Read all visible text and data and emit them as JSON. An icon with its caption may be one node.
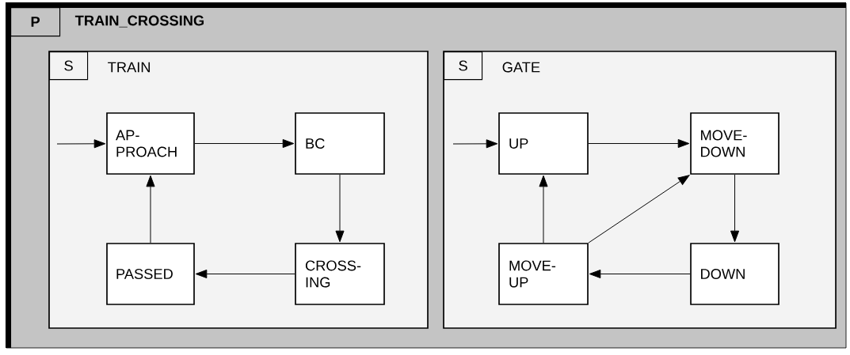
{
  "diagram": {
    "nodes": [
      {
        "text": [
          "P",
          "TRAIN_CROSSING"
        ]
      },
      {
        "text": [
          "S",
          "TRAIN"
        ],
        "in": 0
      },
      {
        "text": [
          "AP- PROACH"
        ],
        "in": 1
      },
      {
        "text": [
          "BC"
        ],
        "in": 1
      },
      {
        "text": [
          "CROSS- ING"
        ],
        "in": 1
      },
      {
        "text": [
          "PASSED"
        ],
        "in": 1
      },
      {
        "text": [
          "S",
          "GATE"
        ],
        "in": 0
      },
      {
        "text": [
          "UP"
        ],
        "in": 6
      },
      {
        "text": [
          "MOVE- DOWN"
        ],
        "in": 6
      },
      {
        "text": [
          "DOWN"
        ],
        "in": 6
      },
      {
        "text": [
          "MOVE- UP"
        ],
        "in": 6
      }
    ],
    "edges": [
      {
        "from": null,
        "to": 2,
        "arrow": "to"
      },
      {
        "from": 2,
        "to": 3,
        "arrow": "to"
      },
      {
        "from": 3,
        "to": 4,
        "arrow": "to"
      },
      {
        "from": 4,
        "to": 5,
        "arrow": "to"
      },
      {
        "from": 5,
        "to": 2,
        "arrow": "to"
      },
      {
        "from": null,
        "to": 7,
        "arrow": "to"
      },
      {
        "from": 7,
        "to": 8,
        "arrow": "to"
      },
      {
        "from": 8,
        "to": 9,
        "arrow": "to"
      },
      {
        "from": 9,
        "to": 10,
        "arrow": "to"
      },
      {
        "from": 10,
        "to": 7,
        "arrow": "to"
      },
      {
        "from": 10,
        "to": 8,
        "arrow": "to"
      }
    ]
  }
}
